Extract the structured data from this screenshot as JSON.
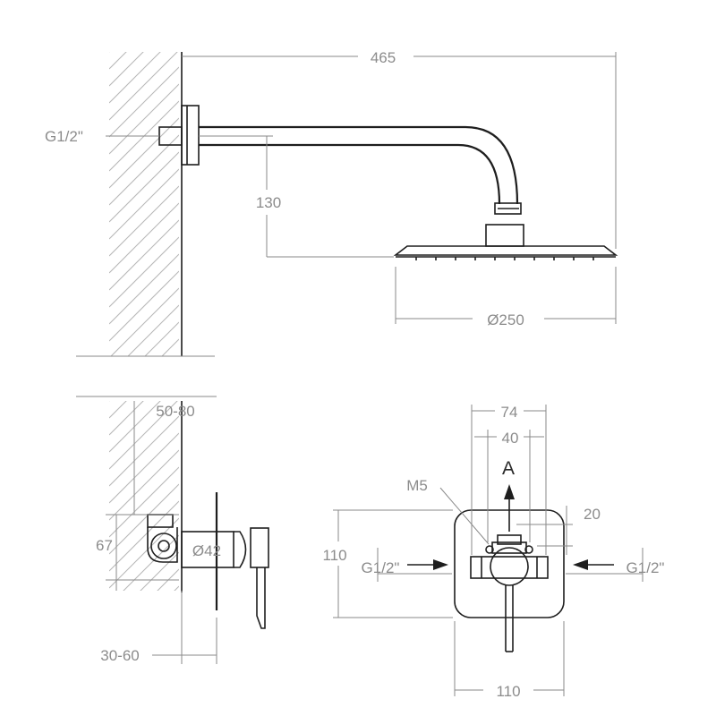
{
  "labels": {
    "overall_length": "465",
    "inlet_thread_top": "G1/2\"",
    "drop_height": "130",
    "head_diameter": "Ø250",
    "wall_depth": "50-80",
    "body_height": "67",
    "handle_diameter": "Ø42",
    "rough_in": "30-60",
    "plate_width_top": "74",
    "plate_inner_width": "40",
    "screw": "M5",
    "outlet_arrow": "A",
    "offset": "20",
    "plate_height": "110",
    "inlet_left": "G1/2\"",
    "inlet_right": "G1/2\"",
    "plate_width_bottom": "110"
  }
}
